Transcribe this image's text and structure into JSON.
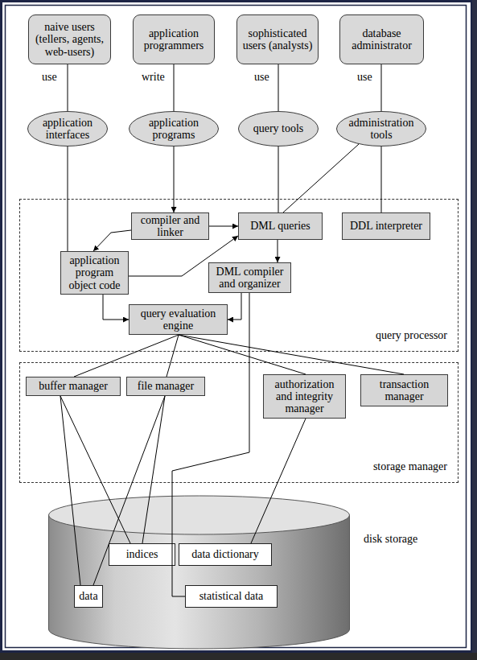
{
  "diagram": {
    "nodes": [
      {
        "text": [
          "naive users (tellers, agents, web-users)"
        ]
      },
      {
        "text": [
          "application programmers"
        ]
      },
      {
        "text": [
          "sophisticated users (analysts)"
        ]
      },
      {
        "text": [
          "database administrator"
        ]
      },
      {
        "text": [
          "application interfaces"
        ]
      },
      {
        "text": [
          "application programs"
        ]
      },
      {
        "text": [
          "query tools"
        ]
      },
      {
        "text": [
          "administration tools"
        ]
      },
      {
        "text": [
          "query processor"
        ]
      },
      {
        "text": [
          "compiler and linker"
        ],
        "in": 8
      },
      {
        "text": [
          "DML queries"
        ],
        "in": 8
      },
      {
        "text": [
          "DDL interpreter"
        ],
        "in": 8
      },
      {
        "text": [
          "application program object code"
        ],
        "in": 8
      },
      {
        "text": [
          "DML compiler and organizer"
        ],
        "in": 8
      },
      {
        "text": [
          "query evaluation engine"
        ],
        "in": 8
      },
      {
        "text": [
          "storage manager"
        ]
      },
      {
        "text": [
          "buffer manager"
        ],
        "in": 15
      },
      {
        "text": [
          "file manager"
        ],
        "in": 15
      },
      {
        "text": [
          "authorization and integrity manager"
        ],
        "in": 15
      },
      {
        "text": [
          "transaction manager"
        ],
        "in": 15
      },
      {
        "text": [
          "disk storage"
        ]
      },
      {
        "text": [
          "indices"
        ],
        "in": 20
      },
      {
        "text": [
          "data dictionary"
        ],
        "in": 20
      },
      {
        "text": [
          "data"
        ],
        "in": 20
      },
      {
        "text": [
          "statistical data"
        ],
        "in": 20
      }
    ],
    "edges": [
      {
        "from": 0,
        "to": 4,
        "label": "use",
        "arrow": "none"
      },
      {
        "from": 1,
        "to": 5,
        "label": "write",
        "arrow": "none"
      },
      {
        "from": 2,
        "to": 6,
        "label": "use",
        "arrow": "none"
      },
      {
        "from": 3,
        "to": 7,
        "label": "use",
        "arrow": "none"
      },
      {
        "from": 4,
        "to": 12,
        "arrow": "none"
      },
      {
        "from": 5,
        "to": 9,
        "arrow": "to"
      },
      {
        "from": 6,
        "to": 10,
        "arrow": "none"
      },
      {
        "from": 7,
        "to": 10,
        "arrow": "none"
      },
      {
        "from": 7,
        "to": 11,
        "arrow": "none"
      },
      {
        "from": 9,
        "to": 10,
        "arrow": "to"
      },
      {
        "from": 9,
        "to": 12,
        "arrow": "to"
      },
      {
        "from": 12,
        "to": 10,
        "arrow": "to"
      },
      {
        "from": 10,
        "to": 13,
        "arrow": "to"
      },
      {
        "from": 12,
        "to": 14,
        "arrow": "to"
      },
      {
        "from": 13,
        "to": 14,
        "arrow": "to"
      },
      {
        "from": 14,
        "to": 16,
        "arrow": "none"
      },
      {
        "from": 14,
        "to": 17,
        "arrow": "none"
      },
      {
        "from": 14,
        "to": 18,
        "arrow": "none"
      },
      {
        "from": 14,
        "to": 19,
        "arrow": "none"
      },
      {
        "from": 13,
        "to": 24,
        "arrow": "none"
      },
      {
        "from": 18,
        "to": 22,
        "arrow": "none"
      },
      {
        "from": 16,
        "to": 23,
        "arrow": "none"
      },
      {
        "from": 16,
        "to": 21,
        "arrow": "none"
      },
      {
        "from": 17,
        "to": 23,
        "arrow": "none"
      },
      {
        "from": 17,
        "to": 21,
        "arrow": "none"
      }
    ]
  }
}
